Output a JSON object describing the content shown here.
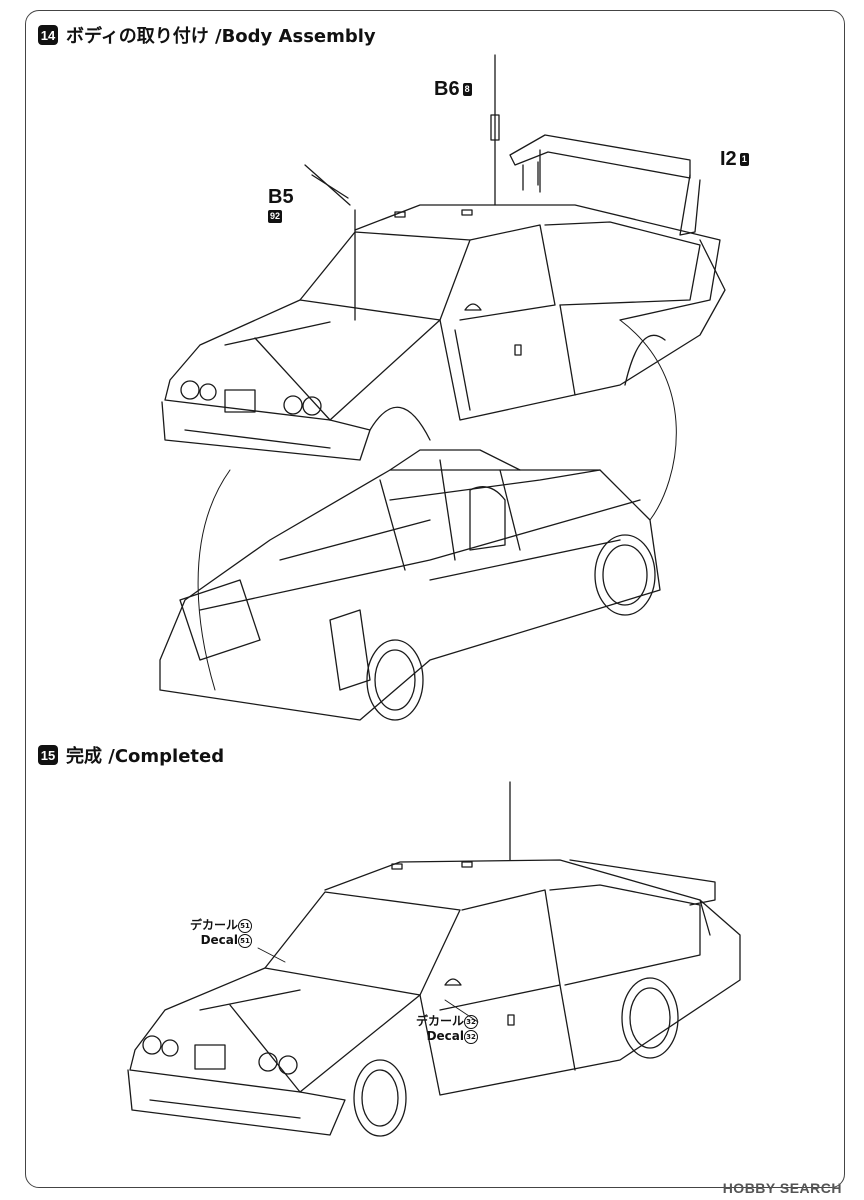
{
  "step14": {
    "number": "14",
    "title": "ボディの取り付け /Body Assembly"
  },
  "step15": {
    "number": "15",
    "title": "完成 /Completed"
  },
  "parts": {
    "b6": {
      "label": "B6",
      "tag": "8"
    },
    "b5": {
      "label": "B5",
      "tag": "92"
    },
    "i2": {
      "label": "I2",
      "tag": "1"
    }
  },
  "decals": {
    "d51_jp": "デカール",
    "d51_en": "Decal",
    "d51_num": "51",
    "d32_jp": "デカール",
    "d32_en": "Decal",
    "d32_num": "32"
  },
  "watermark": "HOBBY SEARCH"
}
